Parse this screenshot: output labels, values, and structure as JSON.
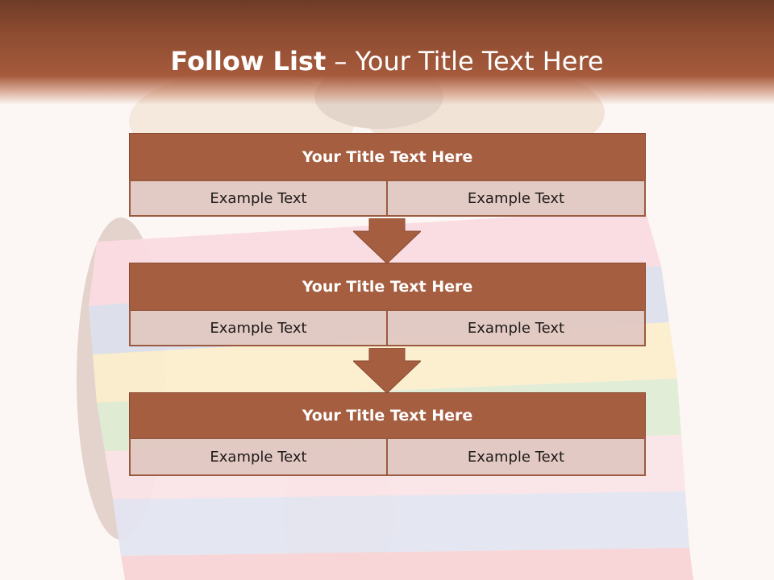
{
  "slide": {
    "title_bold": "Follow List",
    "title_rest": "– Your Title Text Here"
  },
  "steps": [
    {
      "title": "Your Title Text Here",
      "left": "Example Text",
      "right": "Example Text"
    },
    {
      "title": "Your Title Text Here",
      "left": "Example Text",
      "right": "Example Text"
    },
    {
      "title": "Your Title Text Here",
      "left": "Example Text",
      "right": "Example Text"
    }
  ],
  "colors": {
    "header": "#a65a3c",
    "box_title": "#a65e41",
    "box_cell": "#e1c7c0",
    "arrow": "#a65e41"
  }
}
